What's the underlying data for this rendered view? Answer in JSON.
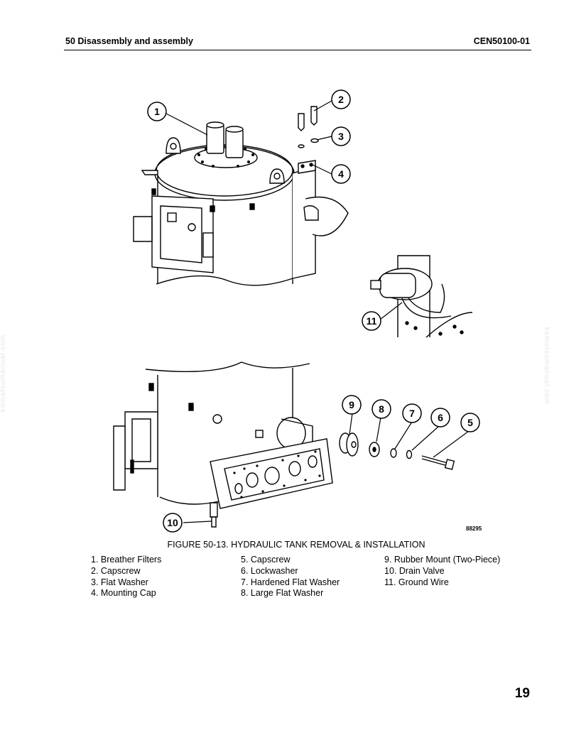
{
  "header": {
    "section": "50 Disassembly and assembly",
    "doc_code": "CEN50100-01"
  },
  "figure": {
    "callouts": [
      "1",
      "2",
      "3",
      "4",
      "11",
      "9",
      "8",
      "7",
      "6",
      "5",
      "10"
    ],
    "image_number": "88295",
    "caption": "FIGURE 50-13. HYDRAULIC TANK REMOVAL & INSTALLATION"
  },
  "legend": {
    "col1": [
      "1. Breather Filters",
      "2. Capscrew",
      "3. Flat Washer",
      "4. Mounting Cap"
    ],
    "col2": [
      "5. Capscrew",
      "6. Lockwasher",
      "7. Hardened Flat Washer",
      "8. Large Flat Washer"
    ],
    "col3": [
      "9. Rubber Mount (Two-Piece)",
      "10. Drain Valve",
      "11. Ground Wire"
    ]
  },
  "page_number": "19",
  "watermark": "komatsumanual.com"
}
